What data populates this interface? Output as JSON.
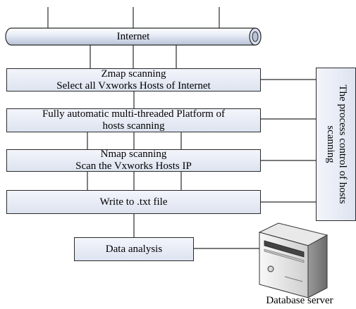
{
  "internet": {
    "label": "Internet"
  },
  "steps": {
    "zmap": {
      "line1": "Zmap scanning",
      "line2": "Select all Vxworks Hosts of Internet"
    },
    "platform": {
      "line1": "Fully automatic multi-threaded Platform of",
      "line2": "hosts scanning"
    },
    "nmap": {
      "line1": "Nmap scanning",
      "line2": "Scan the Vxworks Hosts IP"
    },
    "write": {
      "label": "Write to .txt file"
    },
    "analysis": {
      "label": "Data analysis"
    }
  },
  "control": {
    "label": "The process control of hosts scanning"
  },
  "server": {
    "caption": "Database server",
    "icon": "database-server-icon"
  },
  "colors": {
    "box_fill_top": "#f3f5fb",
    "box_fill_bottom": "#dde3f0",
    "stroke": "#2a2a2a"
  }
}
